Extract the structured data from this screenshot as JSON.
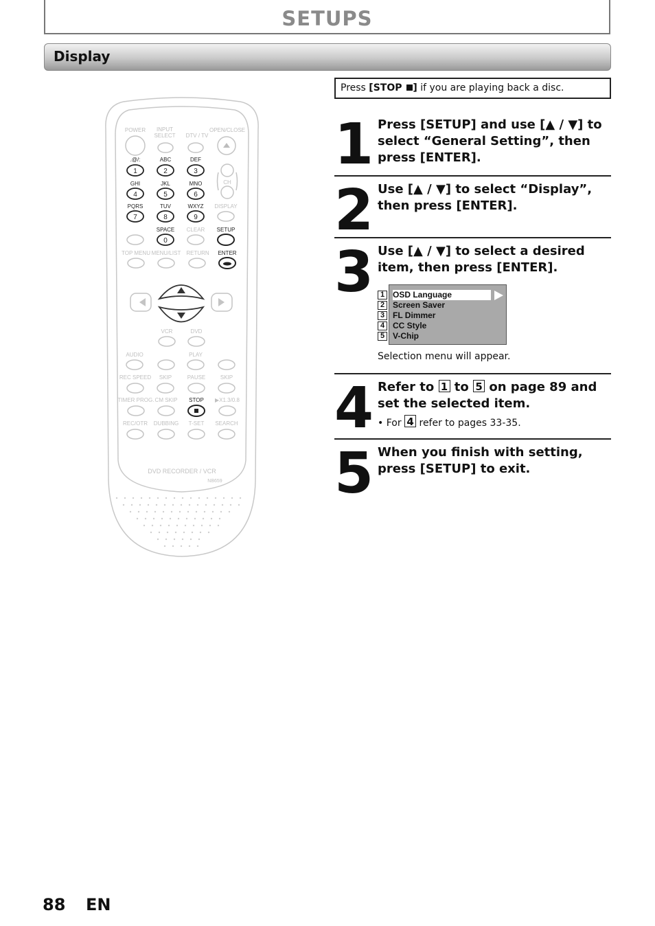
{
  "header": {
    "title": "SETUPS"
  },
  "section": {
    "title": "Display"
  },
  "note": {
    "prefix": "Press ",
    "key": "[STOP ",
    "key_end": "]",
    "suffix": " if you are playing back a disc."
  },
  "remote": {
    "labels": {
      "power": "POWER",
      "input1": "INPUT",
      "input2": "SELECT",
      "dtvtv": "DTV / TV",
      "openclose": "OPEN/CLOSE",
      "sym": ".@/:",
      "abc": "ABC",
      "def": "DEF",
      "ghi": "GHI",
      "jkl": "JKL",
      "mno": "MNO",
      "pqrs": "PQRS",
      "tuv": "TUV",
      "wxyz": "WXYZ",
      "display": "DISPLAY",
      "space": "SPACE",
      "clear": "CLEAR",
      "setup": "SETUP",
      "topmenu": "TOP MENU",
      "menulist": "MENU/LIST",
      "return": "RETURN",
      "enter": "ENTER",
      "ch": "CH",
      "vcr": "VCR",
      "dvd": "DVD",
      "audio": "AUDIO",
      "play": "PLAY",
      "recspeed": "REC SPEED",
      "skip1": "SKIP",
      "pause": "PAUSE",
      "skip2": "SKIP",
      "timerprog": "TIMER PROG.",
      "cmskip": "CM SKIP",
      "stop": "STOP",
      "speed": "▶X1.3/0.8",
      "recotr": "REC/OTR",
      "dubbing": "DUBBING",
      "tset": "T-SET",
      "search": "SEARCH",
      "brand": "DVD RECORDER / VCR",
      "model": "NB659"
    },
    "digits": [
      "1",
      "2",
      "3",
      "4",
      "5",
      "6",
      "7",
      "8",
      "9",
      "0"
    ]
  },
  "steps": [
    {
      "num": "1",
      "text": "Press [SETUP] and use [▲ / ▼] to select “General Setting”, then press [ENTER]."
    },
    {
      "num": "2",
      "text": "Use [▲ / ▼] to select “Display”, then press [ENTER]."
    },
    {
      "num": "3",
      "text": "Use [▲ / ▼] to select a desired item, then press [ENTER]."
    },
    {
      "num": "4",
      "text_a": "Refer to",
      "box_a": "1",
      "text_b": "to",
      "box_b": "5",
      "text_c": "on page 89 and set the selected item.",
      "bullet_a": "• For",
      "bullet_box": "4",
      "bullet_b": "refer to pages 33-35."
    },
    {
      "num": "5",
      "text": "When you finish with setting, press [SETUP] to exit."
    }
  ],
  "osd_menu": {
    "items": [
      "OSD Language",
      "Screen Saver",
      "FL Dimmer",
      "CC Style",
      "V-Chip"
    ],
    "indices": [
      "1",
      "2",
      "3",
      "4",
      "5"
    ],
    "selected": "OSD Language",
    "caption": "Selection menu will appear."
  },
  "footer": {
    "page": "88",
    "lang": "EN"
  }
}
